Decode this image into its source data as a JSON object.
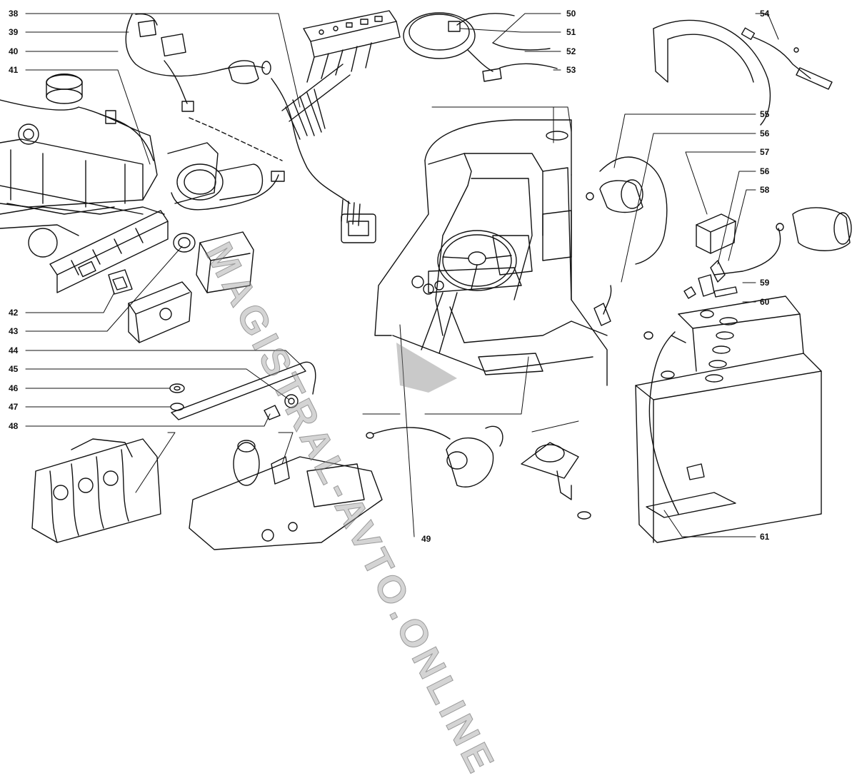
{
  "diagram": {
    "watermark": "MAGISTRAL-AVTO.ONLINE",
    "callouts": [
      {
        "id": "c38",
        "text": "38"
      },
      {
        "id": "c39",
        "text": "39"
      },
      {
        "id": "c40",
        "text": "40"
      },
      {
        "id": "c41",
        "text": "41"
      },
      {
        "id": "c42",
        "text": "42"
      },
      {
        "id": "c43",
        "text": "43"
      },
      {
        "id": "c44",
        "text": "44"
      },
      {
        "id": "c45",
        "text": "45"
      },
      {
        "id": "c46",
        "text": "46"
      },
      {
        "id": "c47",
        "text": "47"
      },
      {
        "id": "c48",
        "text": "48"
      },
      {
        "id": "c49",
        "text": "49"
      },
      {
        "id": "c50",
        "text": "50"
      },
      {
        "id": "c51",
        "text": "51"
      },
      {
        "id": "c52",
        "text": "52"
      },
      {
        "id": "c53",
        "text": "53"
      },
      {
        "id": "c54",
        "text": "54"
      },
      {
        "id": "c55",
        "text": "55"
      },
      {
        "id": "c56a",
        "text": "56"
      },
      {
        "id": "c57",
        "text": "57"
      },
      {
        "id": "c56b",
        "text": "56"
      },
      {
        "id": "c58",
        "text": "58"
      },
      {
        "id": "c59",
        "text": "59"
      },
      {
        "id": "c60",
        "text": "60"
      },
      {
        "id": "c61",
        "text": "61"
      }
    ]
  }
}
